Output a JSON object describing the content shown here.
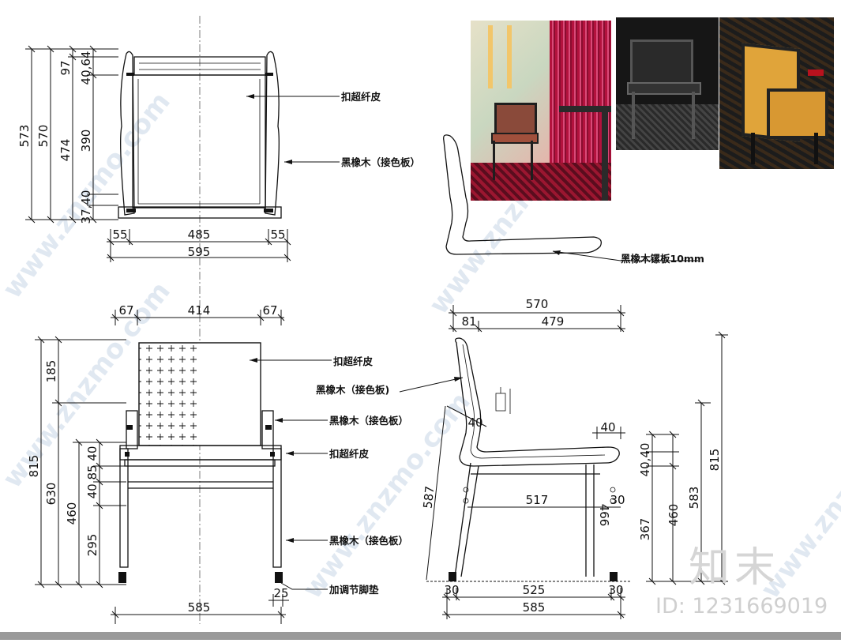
{
  "labels": {
    "leather_1": "扣超纤皮",
    "oak_1": "黑橡木（接色板）",
    "plywood": "黑橡木镙板10mm",
    "leather_2": "扣超纤皮",
    "oak_2": "黑橡木（接色板)",
    "oak_3": "黑橡木（接色板）",
    "leather_3": "扣超纤皮",
    "oak_4": "黑橡木（接色板）",
    "foot_pad": "加调节脚垫"
  },
  "top_view": {
    "h_total_outer": "573",
    "h_total_inner": "570",
    "h_474": "474",
    "h_97": "97",
    "h_40_64": "40,64",
    "h_390": "390",
    "h_37_40": "37,40",
    "w_left": "55",
    "w_mid": "485",
    "w_right": "55",
    "w_total": "595"
  },
  "front_view": {
    "w_left": "67",
    "w_mid": "414",
    "w_right": "67",
    "h_815": "815",
    "h_185": "185",
    "h_630": "630",
    "h_460": "460",
    "h_295": "295",
    "h_40_85_40": "40 85 40",
    "foot_25": "25",
    "w_total": "585"
  },
  "side_view": {
    "d_570": "570",
    "d_81": "81",
    "d_479": "479",
    "d_40_top": "40",
    "d_40_back": "40",
    "d_587": "587",
    "d_517": "517",
    "d_30_mid": "30",
    "d_466": "466",
    "d_367": "367",
    "d_40_40": "40,40",
    "d_460": "460",
    "d_583": "583",
    "d_815": "815",
    "d_30_left": "30",
    "d_525": "525",
    "d_30_right": "30",
    "d_585": "585"
  },
  "watermark": {
    "site": "www.znzmo.com",
    "brand": "知末",
    "id": "ID: 1231669019"
  },
  "colors": {
    "photo_wall_red": "#b3123d",
    "photo_seat_orange": "#e0a43a",
    "photo_dark": "#1c1c1c"
  }
}
